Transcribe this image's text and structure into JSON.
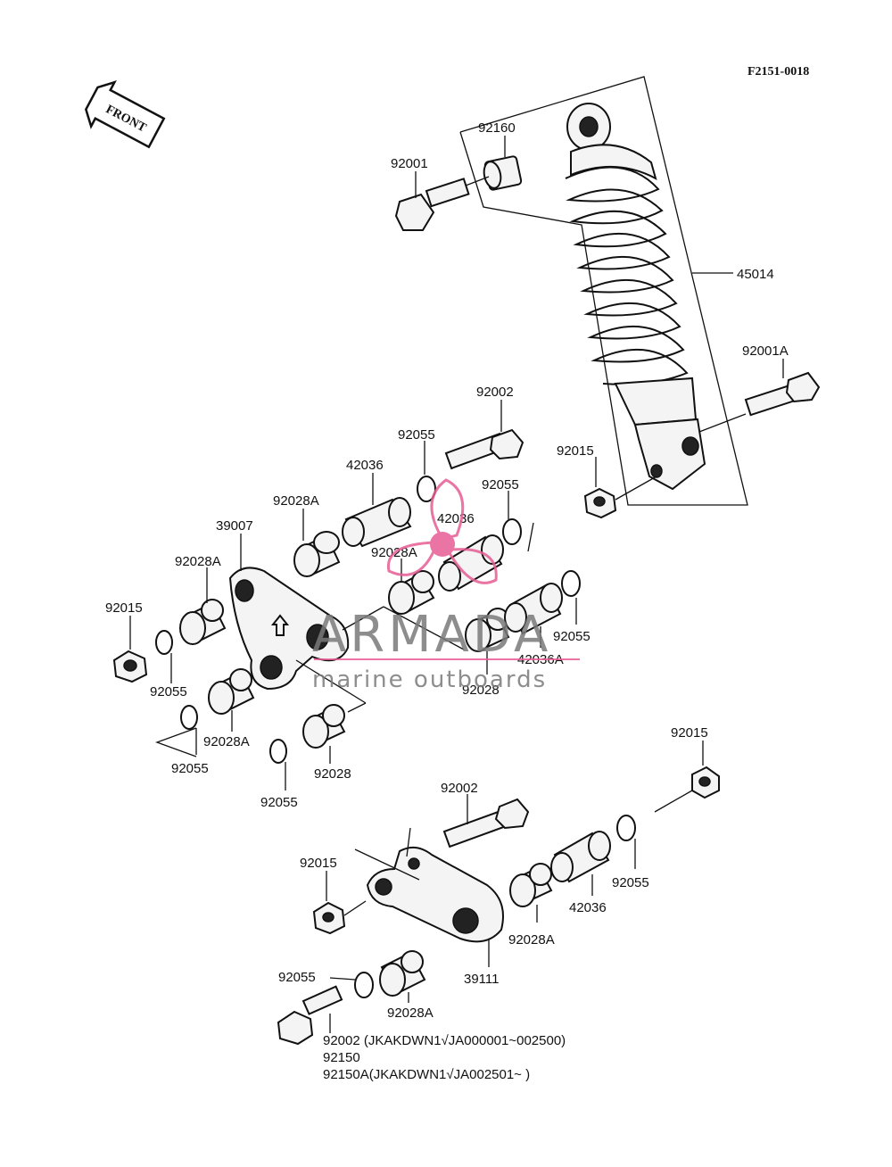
{
  "diagram_code": "F2151-0018",
  "front_label": "FRONT",
  "watermark": {
    "brand": "ARMADA",
    "tagline": "marine outboards",
    "color": "#e75c93"
  },
  "labels": {
    "p92160": "92160",
    "p92001_top": "92001",
    "p45014": "45014",
    "p92001A": "92001A",
    "p92002_mid": "92002",
    "p92055_a": "92055",
    "p42036_a": "42036",
    "p92055_b": "92055",
    "p42036_b": "42036",
    "p92028A_a": "92028A",
    "p39007": "39007",
    "p92028A_b": "92028A",
    "p92028A_c": "92028A",
    "p92015_a": "92015",
    "p92015_b": "92015",
    "p92055_c": "92055",
    "p42036A": "42036A",
    "p92028_a": "92028",
    "p92055_d": "92055",
    "p92028A_d": "92028A",
    "p92055_e": "92055",
    "p92028_b": "92028",
    "p92055_f": "92055",
    "p92015_c": "92015",
    "p92002_low": "92002",
    "p92015_d": "92015",
    "p92055_g": "92055",
    "p42036_c": "42036",
    "p92028A_e": "92028A",
    "p39111": "39111",
    "p92055_h": "92055",
    "p92028A_f": "92028A",
    "note1": "92002  (JKAKDWN1√JA000001~002500)",
    "note2": "92150",
    "note3": "92150A(JKAKDWN1√JA002501~              )"
  }
}
